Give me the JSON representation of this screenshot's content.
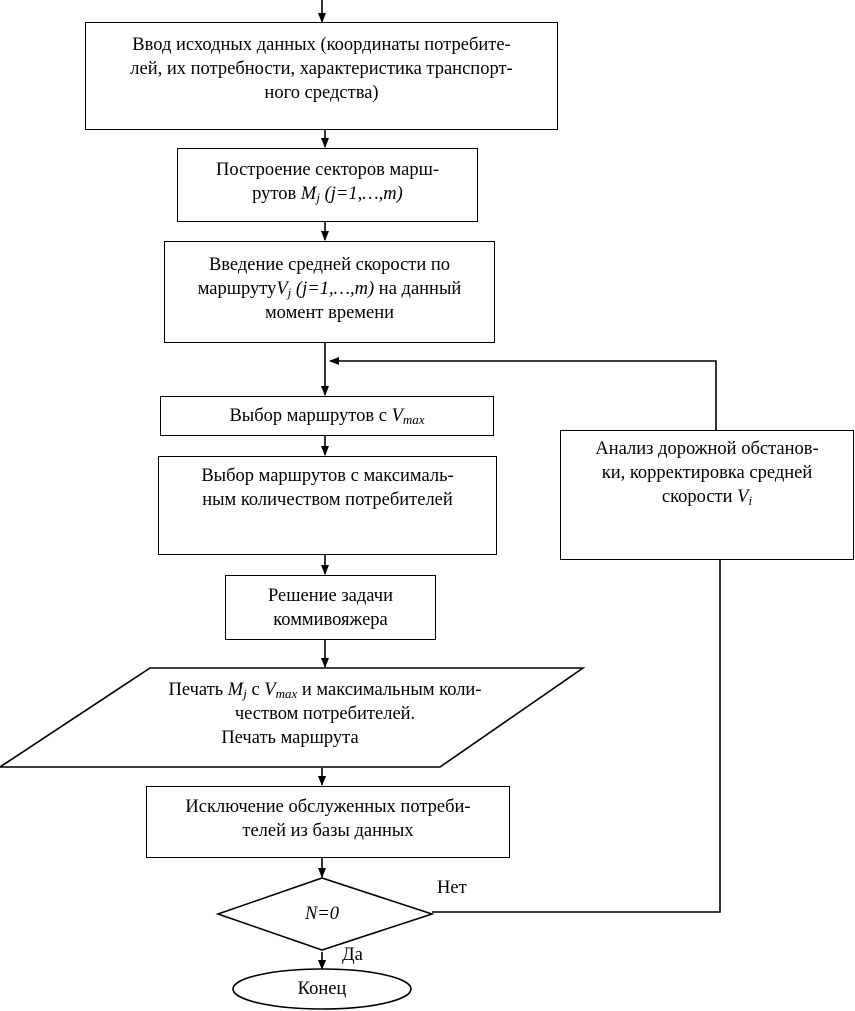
{
  "steps": {
    "input": {
      "line1": "Ввод исходных данных (координаты потребите-",
      "line2": "лей, их потребности, характеристика транспорт-",
      "line3": "ного средства)"
    },
    "sectors": {
      "line1": "Построение секторов марш-",
      "line2_a": "рутов ",
      "M": "M",
      "j": "j",
      "range": " (j=1,…,m)"
    },
    "speed": {
      "line1": "Введение средней скорости по",
      "line2_a": "маршруту",
      "V": "V",
      "j": "j",
      "range": " (j=1,…,m)",
      "line2_b": " на данный",
      "line3": "момент времени"
    },
    "select_vmax": {
      "text": "Выбор маршрутов с ",
      "V": "V",
      "max": "max"
    },
    "select_consumers": {
      "line1": "Выбор маршрутов с максималь-",
      "line2": "ным количеством потребителей"
    },
    "tsp": {
      "line1": "Решение задачи",
      "line2": "коммивояжера"
    },
    "print": {
      "line1_a": "Печать ",
      "M": "M",
      "j": "j",
      "line1_b": " с ",
      "V": "V",
      "max": "max",
      "line1_c": " и максимальным коли-",
      "line2": "чеством потребителей.",
      "line3": "Печать маршрута"
    },
    "exclude": {
      "line1": "Исключение обслуженных потреби-",
      "line2": "телей из базы данных"
    },
    "decision": {
      "text": "N=0",
      "no": "Нет",
      "yes": "Да"
    },
    "end": {
      "text": "Конец"
    },
    "analysis": {
      "line1": "Анализ дорожной обстанов-",
      "line2": "ки, корректировка средней",
      "line3_a": "скорости ",
      "V": "V",
      "sub": "i"
    }
  }
}
